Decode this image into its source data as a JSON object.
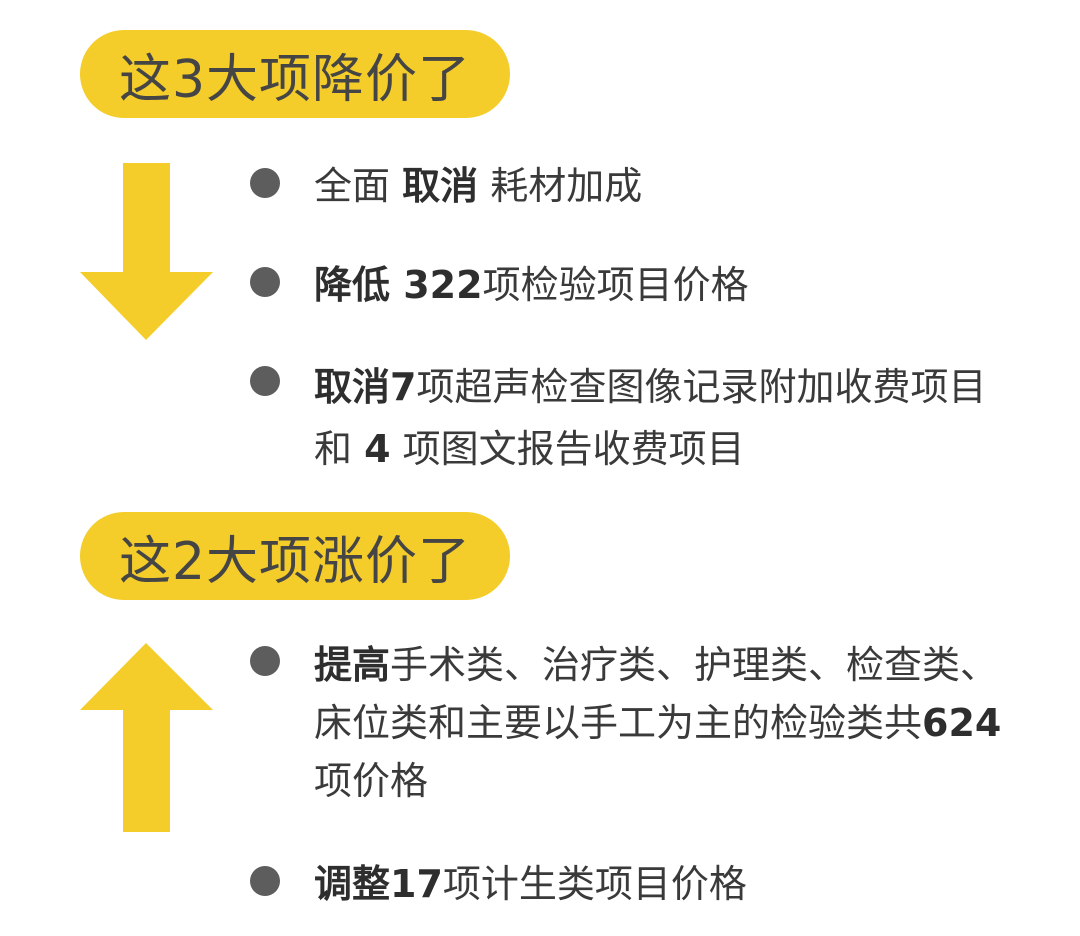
{
  "colors": {
    "accent": "#f4cd2a",
    "text": "#3a3a3a",
    "bullet": "#5d5d5d"
  },
  "section_down": {
    "title": "这3大项降价了",
    "icon": "arrow-down-icon",
    "items": [
      {
        "pre": "全面 ",
        "bold": "取消",
        "post": " 耗材加成"
      },
      {
        "pre": "",
        "bold": "降低 322",
        "post": "项检验项目价格"
      },
      {
        "pre": "",
        "bold": "取消7",
        "post": "项超声检查图像记录附加收费项目和 ",
        "bold2": "4",
        "post2": " 项图文报告收费项目"
      }
    ]
  },
  "section_up": {
    "title": "这2大项涨价了",
    "icon": "arrow-up-icon",
    "items": [
      {
        "pre": "",
        "bold": "提高",
        "post": "手术类、治疗类、护理类、检查类、床位类和主要以手工为主的检验类共",
        "bold2": "624",
        "post2": "项价格"
      },
      {
        "pre": "",
        "bold": "调整17",
        "post": "项计生类项目价格"
      }
    ]
  }
}
